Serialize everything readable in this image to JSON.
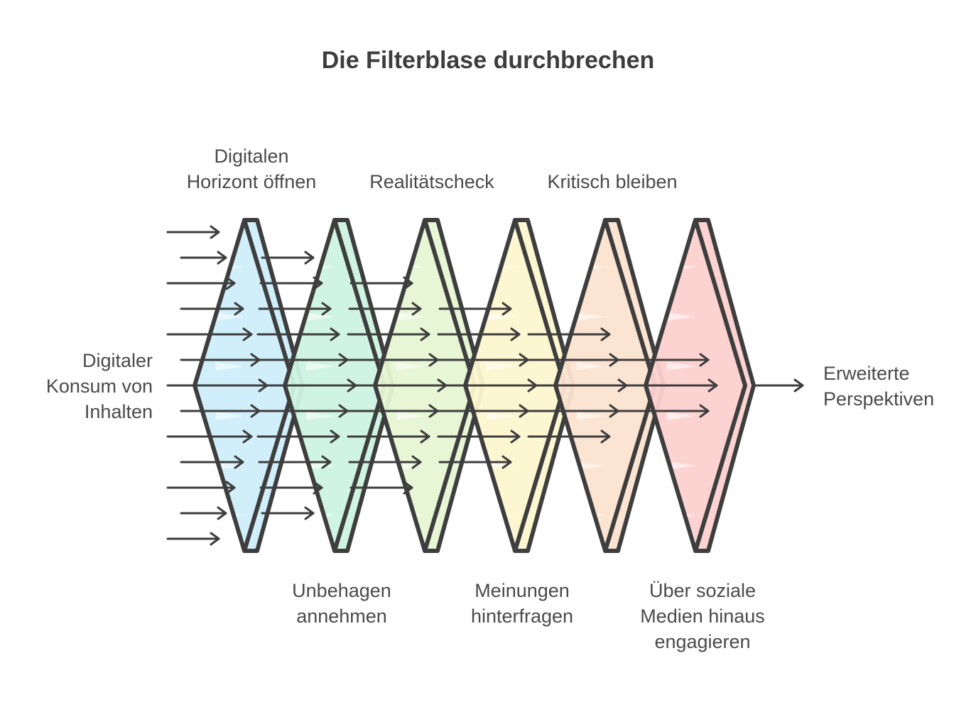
{
  "title": "Die Filterblase durchbrechen",
  "input": {
    "lines": [
      "Digitaler",
      "Konsum von",
      "Inhalten"
    ]
  },
  "output": {
    "lines": [
      "Erweiterte",
      "Perspektiven"
    ]
  },
  "stages": [
    {
      "label_lines": [
        "Digitalen",
        "Horizont öffnen"
      ],
      "label_position": "top",
      "color": "#cdeefb",
      "arrows_in": 13
    },
    {
      "label_lines": [
        "Unbehagen",
        "annehmen"
      ],
      "label_position": "bottom",
      "color": "#cdf3e3",
      "arrows_in": 11
    },
    {
      "label_lines": [
        "Realitätscheck"
      ],
      "label_position": "top",
      "color": "#e6f5d3",
      "arrows_in": 9
    },
    {
      "label_lines": [
        "Meinungen",
        "hinterfragen"
      ],
      "label_position": "bottom",
      "color": "#fdf7cf",
      "arrows_in": 7
    },
    {
      "label_lines": [
        "Kritisch bleiben"
      ],
      "label_position": "top",
      "color": "#fbe3cf",
      "arrows_in": 5
    },
    {
      "label_lines": [
        "Über soziale",
        "Medien hinaus",
        "engagieren"
      ],
      "label_position": "bottom",
      "color": "#fdd1d0",
      "arrows_in": 3
    }
  ],
  "final_arrows": 1,
  "colors": {
    "stroke": "#3e3e3e",
    "text": "#4a4a4a"
  }
}
